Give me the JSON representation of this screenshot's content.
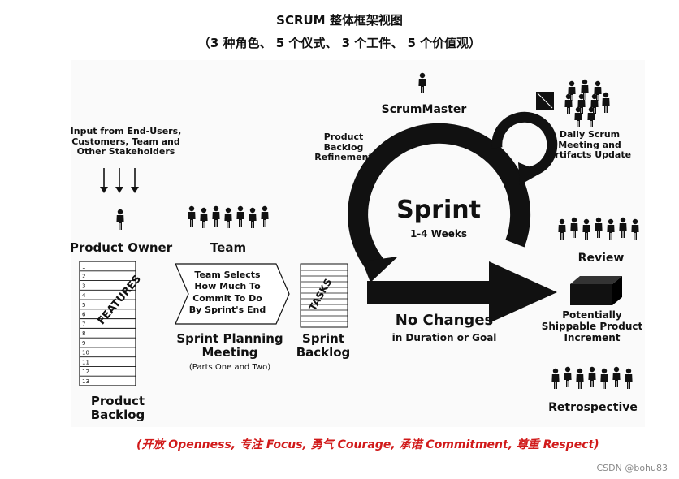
{
  "title": "SCRUM 整体框架视图",
  "subtitle": "（3 种角色、 5 个仪式、 3 个工件、 5 个价值观）",
  "input_note": [
    "Input from End-Users,",
    "Customers, Team and",
    "Other Stakeholders"
  ],
  "product_owner": "Product Owner",
  "team": "Team",
  "features_label": "FEATURES",
  "backlog_rows": [
    "1",
    "2",
    "3",
    "4",
    "5",
    "6",
    "7",
    "8",
    "9",
    "10",
    "11",
    "12",
    "13"
  ],
  "product_backlog": [
    "Product",
    "Backlog"
  ],
  "team_selects": [
    "Team Selects",
    "How Much To",
    "Commit To Do",
    "By Sprint's End"
  ],
  "sprint_planning": [
    "Sprint Planning",
    "Meeting"
  ],
  "sprint_planning_sub": "(Parts One and Two)",
  "tasks_label": "TASKS",
  "sprint_backlog": [
    "Sprint",
    "Backlog"
  ],
  "scrum_master": "ScrumMaster",
  "refinement": [
    "Product",
    "Backlog",
    "Refinement"
  ],
  "sprint": "Sprint",
  "sprint_duration": "1-4 Weeks",
  "daily_scrum": [
    "Daily Scrum",
    "Meeting and",
    "Artifacts Update"
  ],
  "review": "Review",
  "no_changes": "No Changes",
  "no_changes_sub": "in Duration or Goal",
  "increment": [
    "Potentially",
    "Shippable Product",
    "Increment"
  ],
  "retrospective": "Retrospective",
  "values_motto": "(开放 Openness,  专注 Focus,  勇气 Courage,  承诺 Commitment,  尊重 Respect)",
  "watermark": "CSDN @bohu83",
  "colors": {
    "ink": "#111111",
    "motto": "#d11a1a",
    "canvas": "#fafafa"
  }
}
